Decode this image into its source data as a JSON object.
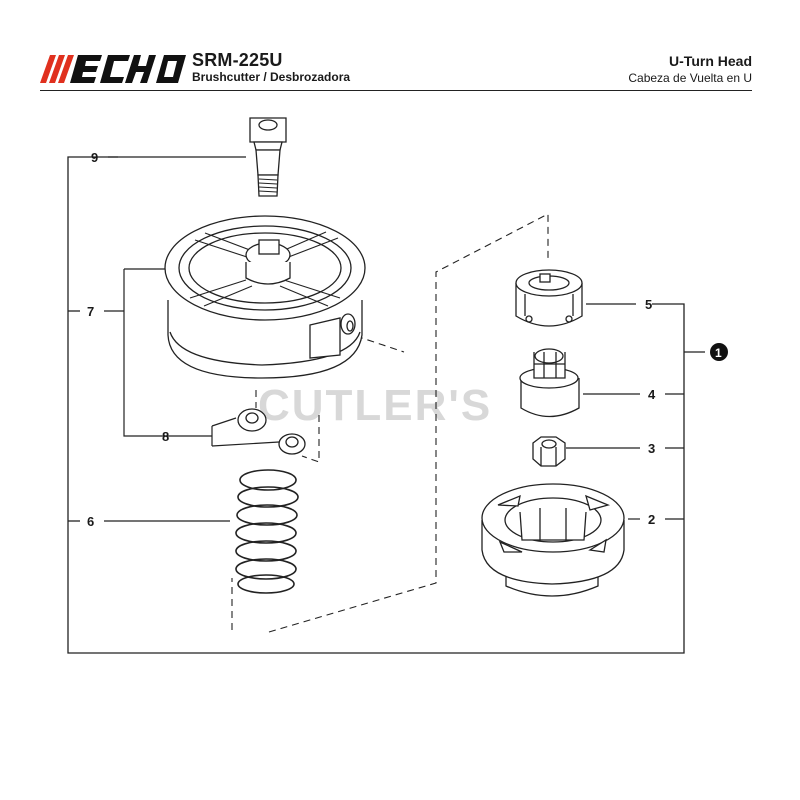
{
  "header": {
    "brand": "ECHO",
    "model": "SRM-225U",
    "subtitle": "Brushcutter / Desbrozadora",
    "section_title": "U-Turn Head",
    "section_subtitle": "Cabeza de Vuelta en U"
  },
  "watermark": "CUTLER'S",
  "callouts": {
    "c1": "1",
    "c2": "2",
    "c3": "3",
    "c4": "4",
    "c5": "5",
    "c6": "6",
    "c7": "7",
    "c8": "8",
    "c9": "9"
  }
}
